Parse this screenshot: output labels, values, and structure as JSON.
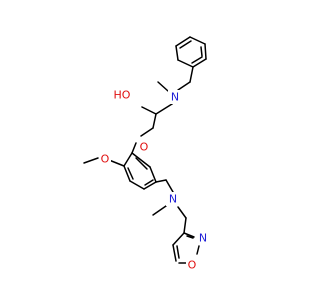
{
  "molecule": {
    "atoms": [
      {
        "id": "N1",
        "text": "N",
        "color": "#1f1fd6"
      },
      {
        "id": "O1",
        "text": "HO",
        "color": "#e01010"
      },
      {
        "id": "O2",
        "text": "O",
        "color": "#e01010"
      },
      {
        "id": "O3",
        "text": "O",
        "color": "#e01010"
      },
      {
        "id": "N2",
        "text": "N",
        "color": "#1f1fd6"
      },
      {
        "id": "N3",
        "text": "N",
        "color": "#1f1fd6"
      },
      {
        "id": "O4",
        "text": "O",
        "color": "#e01010"
      }
    ]
  }
}
